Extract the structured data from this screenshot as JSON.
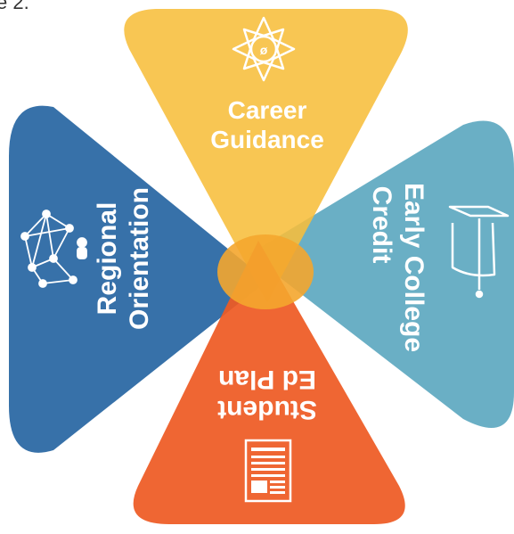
{
  "corner_text": "e 2.",
  "petals": {
    "top": {
      "line1": "Career",
      "line2": "Guidance",
      "icon": "compass-star-icon",
      "color": "#F7BE3B"
    },
    "right": {
      "line1": "Early College",
      "line2": "Credit",
      "icon": "graduation-cap-icon",
      "color": "#5DA8C0"
    },
    "bottom": {
      "line1": "Student",
      "line2": "Ed Plan",
      "icon": "document-icon",
      "color": "#EE5A24"
    },
    "left": {
      "line1": "Regional",
      "line2": "Orientation",
      "icon": "network-people-icon",
      "color": "#2F6BA6"
    }
  },
  "center_color": "#F4A62E"
}
